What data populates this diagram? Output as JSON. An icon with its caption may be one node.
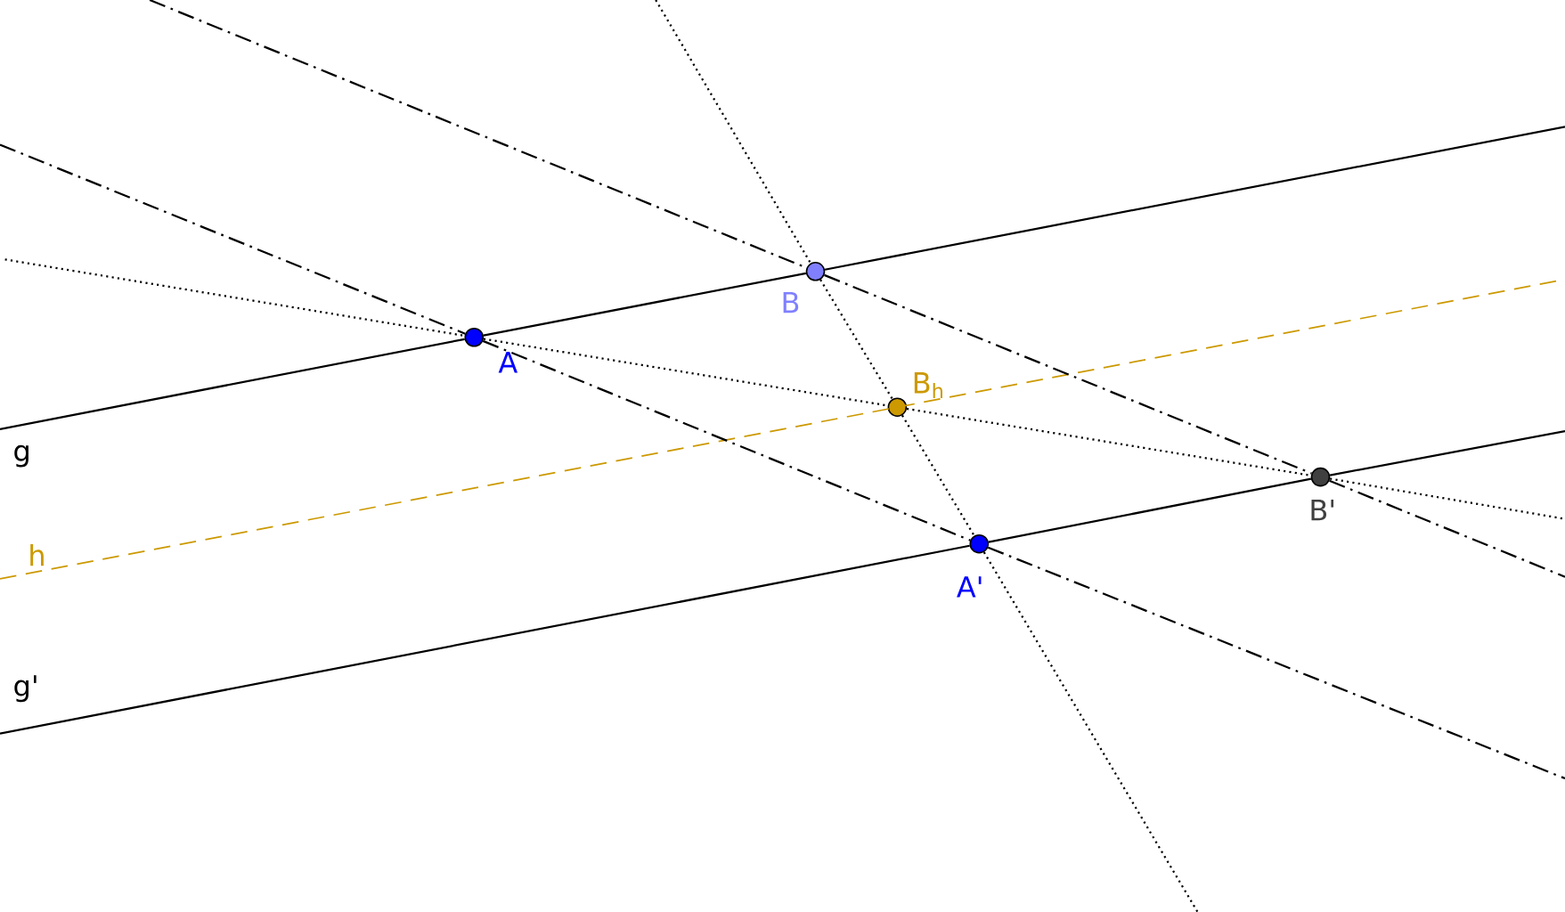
{
  "diagram": {
    "nodes": [
      {
        "text": [],
        "shape": "circle",
        "beside": [
          "A"
        ]
      },
      {
        "text": [],
        "shape": "circle",
        "beside": [
          "B"
        ]
      },
      {
        "text": [],
        "shape": "circle",
        "beside": [
          "B$_{h}$"
        ]
      },
      {
        "text": [],
        "shape": "circle",
        "beside": [
          "A'"
        ]
      },
      {
        "text": [],
        "shape": "circle",
        "beside": [
          "B'"
        ]
      }
    ],
    "edges": [
      {
        "from": 0,
        "to": 1,
        "arrow": "none"
      },
      {
        "from": 3,
        "to": 4,
        "arrow": "none"
      },
      {
        "from": 0,
        "to": 3,
        "arrow": "none",
        "style": "dashed"
      },
      {
        "from": 1,
        "to": 4,
        "arrow": "none",
        "style": "dashed"
      },
      {
        "from": 0,
        "to": 2,
        "arrow": "none",
        "style": "dashed"
      },
      {
        "from": 2,
        "to": 4,
        "arrow": "none",
        "style": "dashed"
      },
      {
        "from": 1,
        "to": 2,
        "arrow": "none",
        "style": "dashed"
      },
      {
        "from": 2,
        "to": 3,
        "arrow": "none",
        "style": "dashed"
      },
      {
        "from": null,
        "to": 0,
        "arrow": "none"
      },
      {
        "from": 1,
        "to": null,
        "arrow": "none"
      },
      {
        "from": null,
        "to": 3,
        "arrow": "none"
      },
      {
        "from": 4,
        "to": null,
        "arrow": "none"
      },
      {
        "from": null,
        "to": 0,
        "arrow": "none",
        "style": "dashed"
      },
      {
        "from": 3,
        "to": null,
        "arrow": "none",
        "style": "dashed"
      },
      {
        "from": null,
        "to": 1,
        "arrow": "none",
        "style": "dashed"
      },
      {
        "from": 4,
        "to": null,
        "arrow": "none",
        "style": "dashed"
      },
      {
        "from": null,
        "to": 0,
        "arrow": "none",
        "style": "dashed"
      },
      {
        "from": 4,
        "to": null,
        "arrow": "none",
        "style": "dashed"
      },
      {
        "from": null,
        "to": 1,
        "arrow": "none",
        "style": "dashed"
      },
      {
        "from": 3,
        "to": null,
        "arrow": "none",
        "style": "dashed"
      }
    ],
    "labels": [
      "g",
      "h",
      "g'"
    ]
  }
}
